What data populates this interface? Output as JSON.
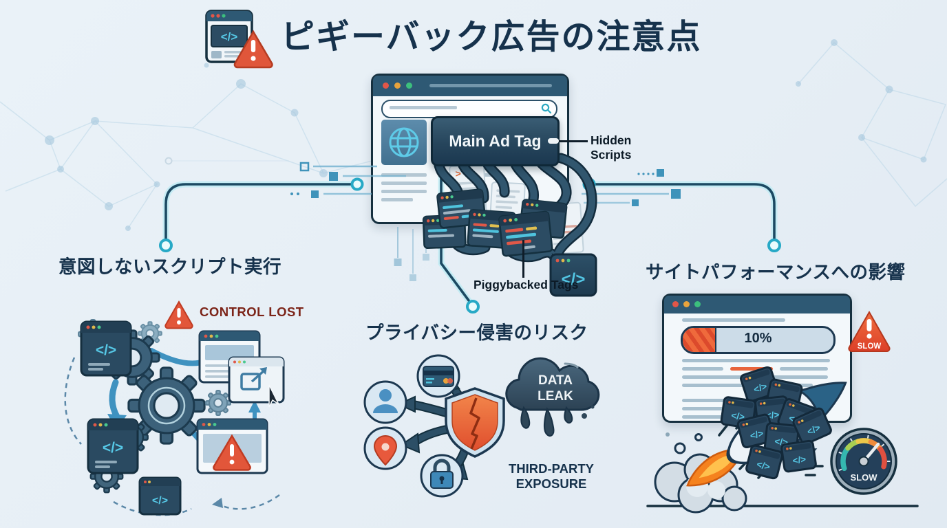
{
  "page": {
    "background": "#e8eff5",
    "title": "ピギーバック広告の注意点"
  },
  "icons": {
    "code_glyph": "</>",
    "chevron_glyph": ">"
  },
  "center": {
    "main_ad_tag": "Main Ad Tag",
    "hidden_scripts_line1": "Hidden",
    "hidden_scripts_line2": "Scripts",
    "piggybacked_tags": "Piggybacked Tags"
  },
  "left_section": {
    "title": "意図しないスクリプト実行",
    "control_lost": "CONTROL LOST"
  },
  "middle_section": {
    "title": "プライバシー侵害のリスク",
    "cloud_line1": "DATA",
    "cloud_line2": "LEAK",
    "exposure_line1": "THIRD-PARTY",
    "exposure_line2": "EXPOSURE"
  },
  "right_section": {
    "title": "サイトパフォーマンスへの影響",
    "progress_value": "10%",
    "warning_slow": "SLOW",
    "gauge_slow": "SLOW"
  },
  "colors": {
    "heading": "#16324c",
    "accent_cyan": "#35b9d6",
    "connector": "#1c4a63",
    "browser_header": "#2e5974",
    "panel_dark": "#2c4c63",
    "warning_orange": "#e2563a",
    "control_lost_red": "#7c2418"
  }
}
